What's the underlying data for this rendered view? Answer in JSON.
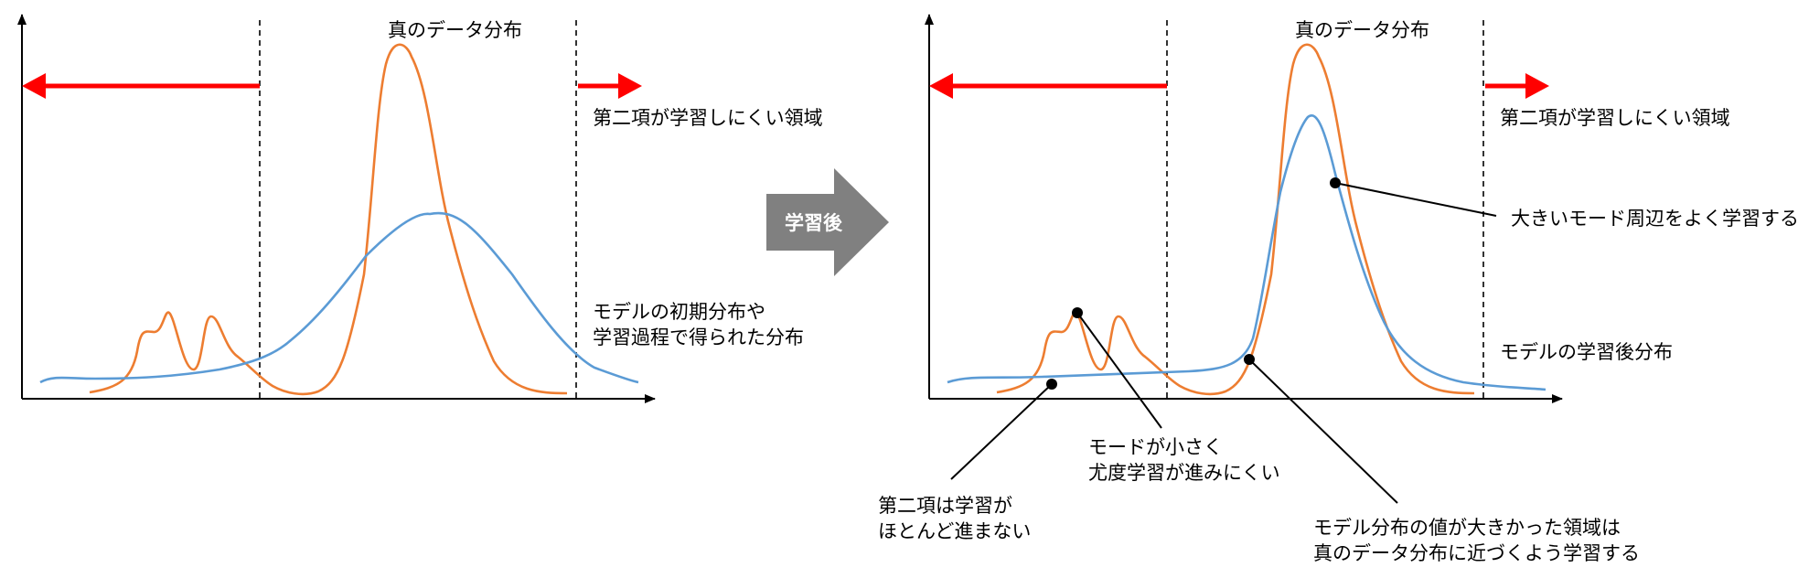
{
  "colors": {
    "true_dist": "#ED7D31",
    "model_dist": "#5B9BD5",
    "red_arrow": "#FF0000",
    "center_arrow": "#808080",
    "axis": "#000000"
  },
  "left_panel": {
    "true_label": "真のデータ分布",
    "region_label": "第二項が学習しにくい領域",
    "model_label_line1": "モデルの初期分布や",
    "model_label_line2": "学習過程で得られた分布"
  },
  "center_arrow": {
    "label": "学習後"
  },
  "right_panel": {
    "true_label": "真のデータ分布",
    "region_label": "第二項が学習しにくい領域",
    "big_mode_label": "大きいモード周辺をよく学習する",
    "model_label": "モデルの学習後分布",
    "small_mode_line1": "モードが小さく",
    "small_mode_line2": "尤度学習が進みにくい",
    "second_term_line1": "第二項は学習が",
    "second_term_line2": "ほとんど進まない",
    "approach_line1": "モデル分布の値が大きかった領域は",
    "approach_line2": "真のデータ分布に近づくよう学習する"
  }
}
